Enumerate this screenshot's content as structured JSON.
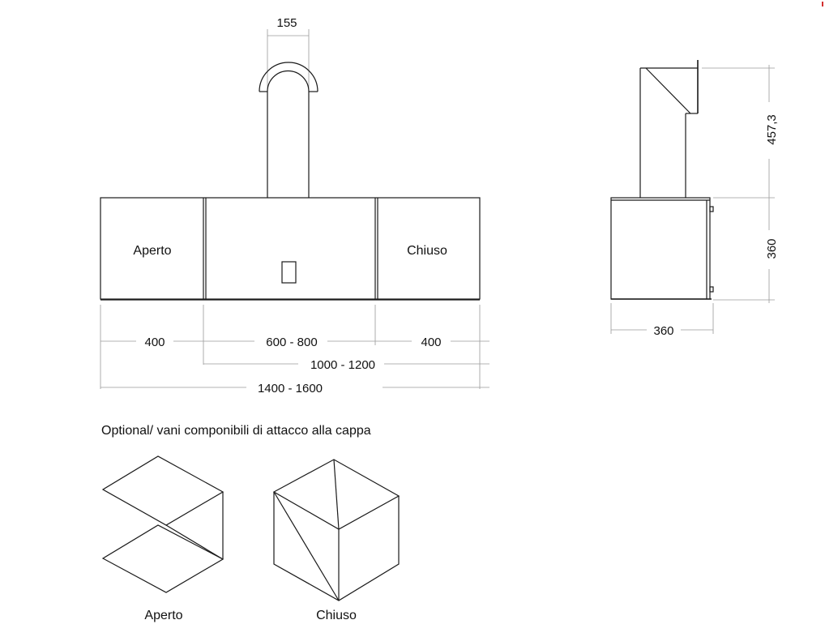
{
  "front_view": {
    "duct_width": "155",
    "left_module_label": "Aperto",
    "right_module_label": "Chiuso",
    "dim_left": "400",
    "dim_center": "600 - 800",
    "dim_right": "400",
    "dim_middle_total": "1000 - 1200",
    "dim_overall": "1400 - 1600"
  },
  "side_view": {
    "duct_height": "457,3",
    "body_height": "360",
    "body_depth": "360"
  },
  "optional": {
    "caption": "Optional/  vani componibili di attacco alla cappa",
    "open_label": "Aperto",
    "closed_label": "Chiuso"
  },
  "colors": {
    "line": "#1a1a1a",
    "dim_line": "#9a9a9a",
    "corner_mark": "#d32f2f"
  }
}
